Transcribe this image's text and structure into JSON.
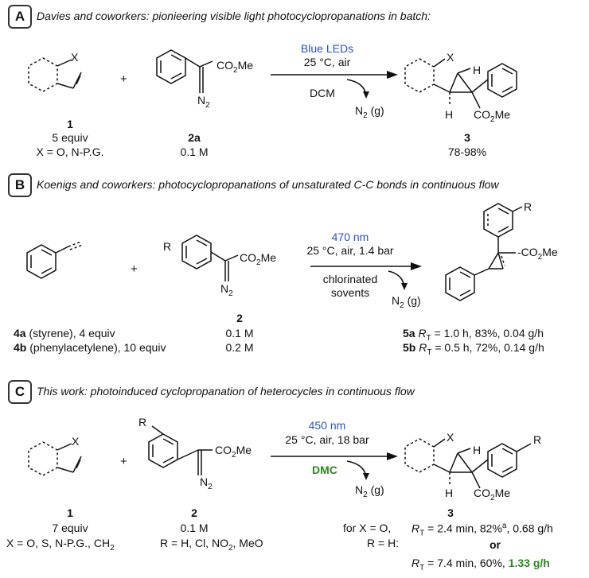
{
  "A": {
    "label": "A",
    "title": "Davies and coworkers: pionieering visible light photocyclopropanations in batch:",
    "plus": "+",
    "cond_light": "Blue LEDs",
    "cond_temp": "25 °C, air",
    "cond_solvent": "DCM",
    "n2": "N",
    "n2_sub": "2",
    "n2_g": " (g)",
    "cmpd1": "1",
    "cmpd1_equiv": "5 equiv",
    "cmpd1_x": "X = O, N-P.G.",
    "cmpd2": "2a",
    "cmpd2_conc": "0.1 M",
    "cmpd3": "3",
    "cmpd3_yield": "78-98%"
  },
  "B": {
    "label": "B",
    "title": "Koenigs and coworkers: photocyclopropanations of unsaturated C-C bonds in continuous flow",
    "plus": "+",
    "cond_light": "470 nm",
    "cond_temp": "25 °C, air, 1.4 bar",
    "cond_solvent1": "chlorinated",
    "cond_solvent2": "sovents",
    "cmpd2": "2",
    "r4a_code": "4a",
    "r4a_text": " (styrene), 4 equiv",
    "r4b_code": "4b",
    "r4b_text": " (phenylacetylene), 10 equiv",
    "conc_a": "0.1 M",
    "conc_b": "0.2 M",
    "res5a_code": "5a",
    "res5a_text": " = 1.0 h, 83%, 0.04 g/h",
    "res5b_code": "5b",
    "res5b_text": " = 0.5 h, 72%, 0.14 g/h"
  },
  "C": {
    "label": "C",
    "title": "This work: photoinduced cyclopropanation of heterocycles in continuous flow",
    "plus": "+",
    "cond_light": "450 nm",
    "cond_temp": "25 °C, air, 18 bar",
    "cond_solvent": "DMC",
    "cmpd1": "1",
    "cmpd1_equiv": "7 equiv",
    "cmpd1_x": "X = O, S, N-P.G., CH",
    "cmpd2": "2",
    "cmpd2_conc": "0.1 M",
    "cmpd2_r": "R = H, Cl, NO",
    "cmpd2_r_end": ", MeO",
    "cmpd3": "3",
    "res_for": "for X = O,",
    "res_rh": "R = H:",
    "res1_text": " = 2.4 min, 82%",
    "res1_sup": "a",
    "res1_end": ", 0.68 g/h",
    "res_or": "or",
    "res2_text": " = 7.4 min, 60%, ",
    "res2_bold": "1.33 g/h"
  },
  "chem": {
    "X": "X",
    "H": "H",
    "R": "R",
    "N": "N",
    "sub2": "2",
    "co2me_a": "CO",
    "co2me_b": "Me",
    "rt_r": "R",
    "rt_t": "T"
  }
}
